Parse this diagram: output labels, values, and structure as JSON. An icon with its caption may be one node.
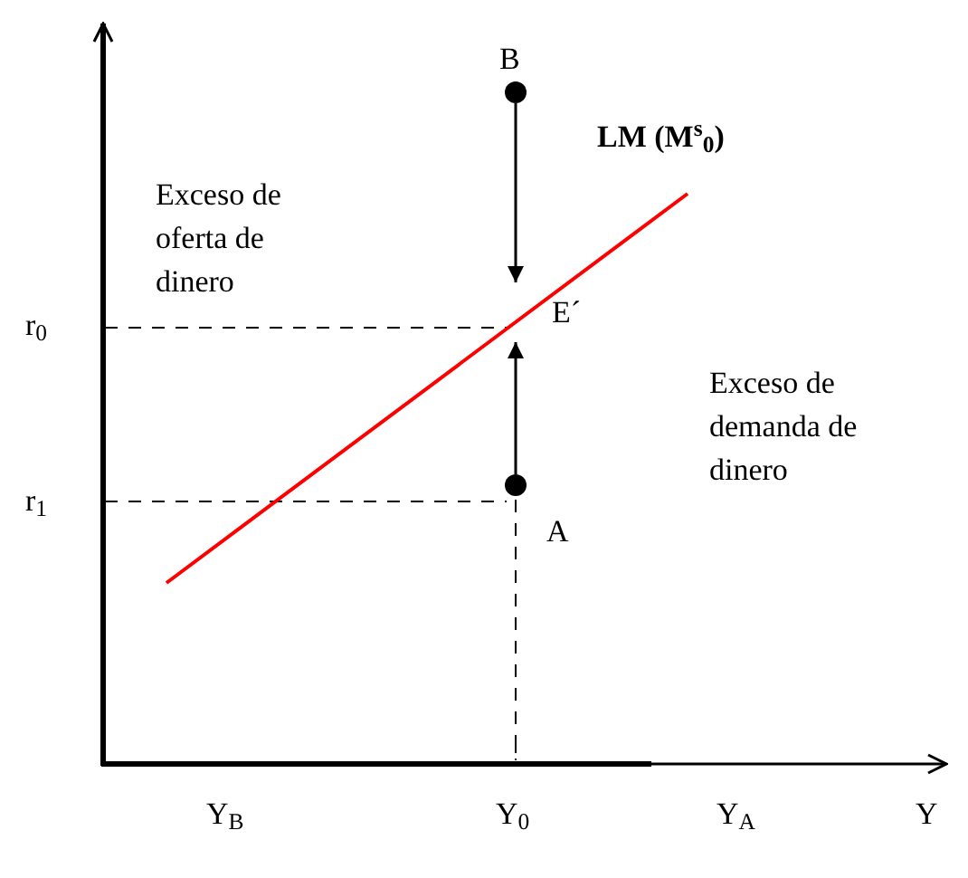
{
  "diagram": {
    "nodes": [
      {
        "text": [],
        "shape": "circle",
        "beside": [
          "B"
        ]
      },
      {
        "text": [],
        "shape": "circle",
        "beside": [
          "A"
        ]
      },
      {
        "text": [
          "E´"
        ]
      }
    ],
    "edges": [
      {
        "from": 0,
        "to": 2,
        "arrow": "to"
      },
      {
        "from": 1,
        "to": 2,
        "arrow": "to"
      }
    ],
    "labels": [
      "Exceso de oferta de dinero",
      "LM (M$^{s}$$_{0}$)",
      "r$_{0}$",
      "Exceso de demanda de dinero",
      "r$_{1}$",
      "Y$_{B}$",
      "Y$_{0}$",
      "Y$_{A}$",
      "Y"
    ]
  }
}
